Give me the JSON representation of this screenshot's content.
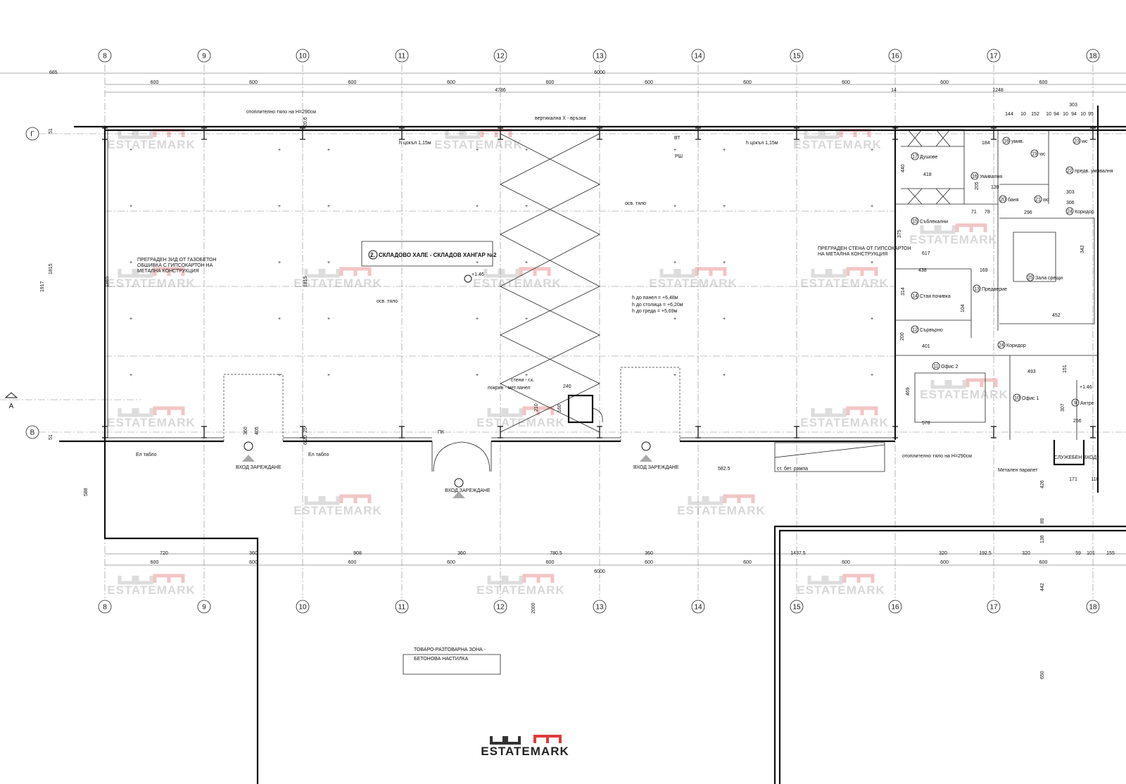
{
  "axes": {
    "columns": [
      "8",
      "9",
      "10",
      "11",
      "12",
      "13",
      "14",
      "15",
      "16",
      "17",
      "18"
    ],
    "rows": [
      "Г",
      "В"
    ],
    "section_mark": "A"
  },
  "dimensions": {
    "top_left_offset": "665",
    "top_overall": "6000",
    "top_spans": [
      "600",
      "600",
      "600",
      "600",
      "600",
      "600",
      "600",
      "600",
      "600",
      "600"
    ],
    "top_sub": [
      "4786",
      "14",
      "1248"
    ],
    "top_wc_total": "303",
    "top_wc": [
      "144",
      "10",
      "152",
      "10",
      "94",
      "10",
      "94",
      "10",
      "95"
    ],
    "left": [
      "51",
      "1917",
      "1815",
      "1865",
      "51",
      "588"
    ],
    "inner": [
      "1815",
      "20.6",
      "25",
      "6.20"
    ],
    "bottom_row1": [
      "720",
      "360",
      "908",
      "360",
      "780.5",
      "360",
      "1437.5",
      "320",
      "192.5",
      "320",
      "59",
      "101",
      "155"
    ],
    "bottom_row2": [
      "600",
      "600",
      "600",
      "600",
      "600",
      "600",
      "600",
      "600",
      "600",
      "600"
    ],
    "bottom_overall": "6000",
    "other": [
      "2000",
      "442",
      "650",
      "89",
      "136",
      "426",
      "582.5",
      "171",
      "110"
    ]
  },
  "hall": {
    "number": "2.",
    "name": "СКЛАДОВО ХАЛЕ - СКЛАДОВ ХАНГАР №2",
    "level": "+1.46"
  },
  "annotations": {
    "heater_top": "отоплително тяло на Н=290см",
    "heater_bottom": "отоплително тяло на Н=290см",
    "bracing": "вертикална Х - връзка",
    "plinth_1": "h цокъл 1,15м",
    "plinth_2": "h цокъл 1,15м",
    "vt": "ВТ",
    "rsh": "РШ",
    "light_1": "осв. тяло",
    "light_2": "осв. тяло",
    "partition_left": [
      "ПРЕГРАДЕН ЗИД ОТ ГАЗОБЕТОН",
      "ОБШИВКА С ГИПСОКАРТОН НА",
      "МЕТАЛНА КОНСТРУКЦИЯ"
    ],
    "partition_right": [
      "ПРЕГРАДЕН СТЕНА ОТ ГИПСОКАРТОН",
      "НА МЕТАЛНА КОНСТРУКЦИЯ"
    ],
    "heights": [
      "h  до панел = +6,48м",
      "h  до столица = +6,20м",
      "h  до греда = +5,69м"
    ],
    "walls": "стени - г.к.",
    "roof": "покрив - мет.панел",
    "booth_dims": [
      "240",
      "210",
      "160"
    ],
    "panel_1": "Ел табло",
    "panel_2": "Ел табло",
    "loading": [
      "ВХОД ЗАРЕЖДАНЕ",
      "ВХОД ЗАРЕЖДАНЕ",
      "ВХОД ЗАРЕЖДАНЕ"
    ],
    "door_dims": [
      "360",
      "405"
    ],
    "pk": "ПК",
    "ramp": "ст. бет. рампа",
    "railing": "Метален парапет",
    "service_entry": "СЛУЖЕБЕН ВХОД",
    "office_level": "+1.46"
  },
  "rooms": [
    {
      "num": "17",
      "name": "Душове"
    },
    {
      "num": "16",
      "name": "Умивалня"
    },
    {
      "num": "18",
      "name": "умив."
    },
    {
      "num": "19",
      "name": "wc"
    },
    {
      "num": "20",
      "name": "баня"
    },
    {
      "num": "21",
      "name": "wc"
    },
    {
      "num": "22",
      "name": "предв. умивалня"
    },
    {
      "num": "23",
      "name": "wc"
    },
    {
      "num": "24",
      "name": "Коридор"
    },
    {
      "num": "15",
      "name": "Съблекални"
    },
    {
      "num": "25",
      "name": "Зала срещи"
    },
    {
      "num": "14",
      "name": "Стая почивка"
    },
    {
      "num": "13",
      "name": "Предверие"
    },
    {
      "num": "12",
      "name": "Сървърно"
    },
    {
      "num": "11",
      "name": "Офис 2"
    },
    {
      "num": "10",
      "name": "Офис 1"
    },
    {
      "num": "9",
      "name": "Антре"
    },
    {
      "num": "24",
      "name": "Коридор"
    }
  ],
  "room_dims": [
    "418",
    "440",
    "184",
    "205",
    "617",
    "375",
    "438",
    "169",
    "314",
    "104",
    "401",
    "200",
    "578",
    "469",
    "493",
    "151",
    "256",
    "307",
    "452",
    "342",
    "303",
    "306",
    "296",
    "139",
    "71",
    "78"
  ],
  "zone": {
    "line1": "ТОВАРО-РАЗТОВАРНА ЗОНА -",
    "line2": "БЕТОНОВА НАСТИЛКА"
  },
  "branding": {
    "watermark": "ESTATEMARK",
    "logo_text": "ESTATEMARK",
    "logo_red": "#e03a3a",
    "logo_dark": "#333333"
  }
}
